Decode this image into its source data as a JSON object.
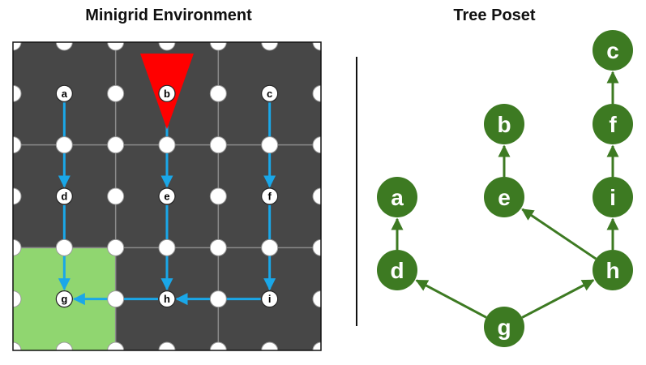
{
  "titles": {
    "minigrid": "Minigrid Environment",
    "poset": "Tree Poset"
  },
  "colors": {
    "grid_bg": "#474747",
    "grid_line": "#8a8a8a",
    "goal": "#90d670",
    "agent": "#ff0000",
    "path_arrow": "#1aa7e8",
    "node_green": "#3d7a22",
    "edge_green": "#3d7a22"
  },
  "minigrid": {
    "labeled_points": [
      {
        "label": "a",
        "col": 1,
        "row": 1
      },
      {
        "label": "b",
        "col": 3,
        "row": 1
      },
      {
        "label": "c",
        "col": 5,
        "row": 1
      },
      {
        "label": "d",
        "col": 1,
        "row": 3
      },
      {
        "label": "e",
        "col": 3,
        "row": 3
      },
      {
        "label": "f",
        "col": 5,
        "row": 3
      },
      {
        "label": "g",
        "col": 1,
        "row": 5
      },
      {
        "label": "h",
        "col": 3,
        "row": 5
      },
      {
        "label": "i",
        "col": 5,
        "row": 5
      }
    ],
    "paths": [
      {
        "from": "a",
        "to": "d"
      },
      {
        "from": "d",
        "to": "g"
      },
      {
        "from": "b",
        "to": "e"
      },
      {
        "from": "e",
        "to": "h"
      },
      {
        "from": "c",
        "to": "f"
      },
      {
        "from": "f",
        "to": "i"
      },
      {
        "from": "i",
        "to": "h"
      },
      {
        "from": "h",
        "to": "g"
      }
    ],
    "agent_direction": "down",
    "goal_cell": "bottom-left"
  },
  "poset": {
    "nodes": [
      "a",
      "b",
      "c",
      "d",
      "e",
      "f",
      "g",
      "h",
      "i"
    ],
    "edges": [
      {
        "from": "g",
        "to": "d"
      },
      {
        "from": "g",
        "to": "h"
      },
      {
        "from": "d",
        "to": "a"
      },
      {
        "from": "h",
        "to": "e"
      },
      {
        "from": "h",
        "to": "i"
      },
      {
        "from": "e",
        "to": "b"
      },
      {
        "from": "i",
        "to": "f"
      },
      {
        "from": "f",
        "to": "c"
      }
    ]
  }
}
